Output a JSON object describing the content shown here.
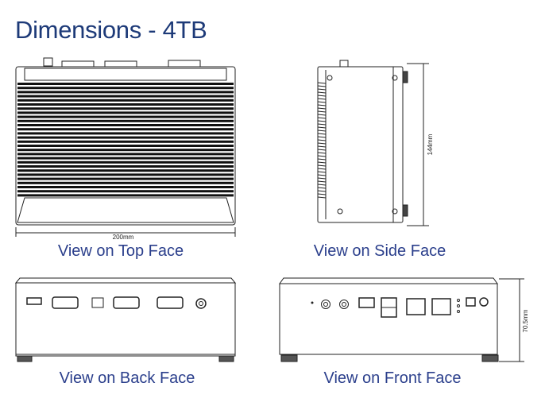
{
  "title": "Dimensions - 4TB",
  "views": {
    "top": {
      "caption": "View on Top Face",
      "dimension": "200mm"
    },
    "side": {
      "caption": "View on Side Face",
      "dimension": "144mm"
    },
    "back": {
      "caption": "View on Back Face"
    },
    "front": {
      "caption": "View on Front Face",
      "dimension": "70.5mm"
    }
  },
  "colors": {
    "title": "#1d3a78",
    "caption": "#2b3f8c",
    "line": "#222222"
  }
}
